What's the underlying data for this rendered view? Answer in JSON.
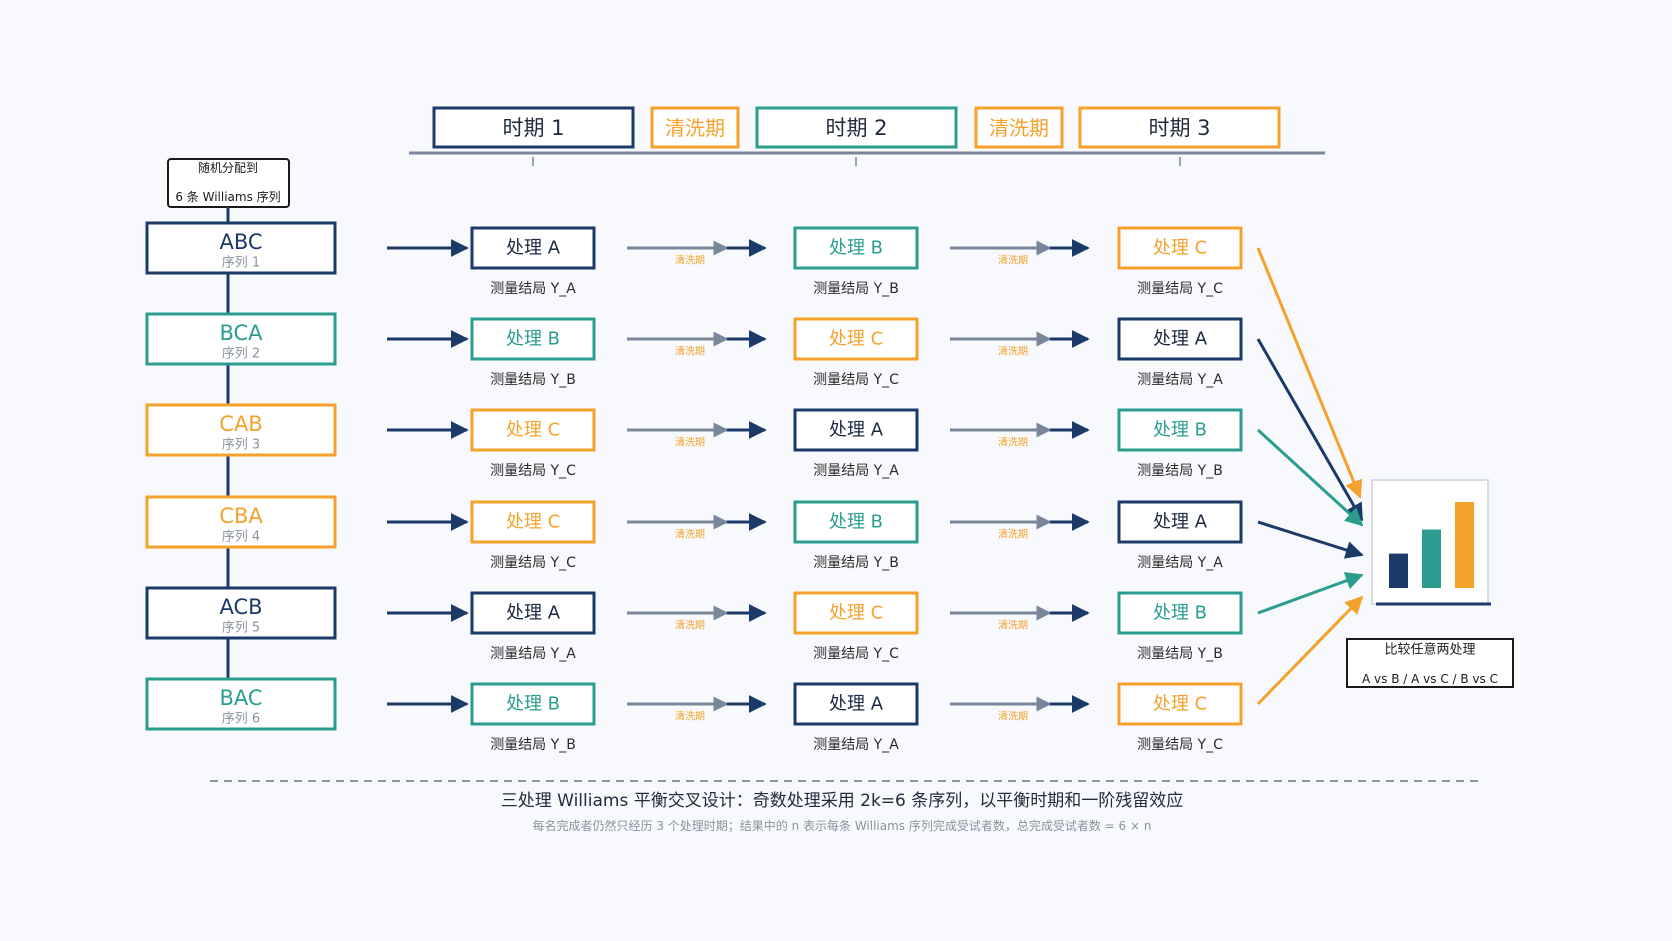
{
  "colors": {
    "navy": "#1b3a68",
    "teal": "#2a9d8f",
    "orange": "#f4a22c",
    "grey": "#7a879b",
    "text": "#2b2b2b",
    "subtext": "#8a93a0"
  },
  "header": {
    "periods": [
      {
        "label": "时期 1",
        "kind": "period",
        "color": "navy"
      },
      {
        "label": "清洗期",
        "kind": "washout",
        "color": "orange"
      },
      {
        "label": "时期 2",
        "kind": "period",
        "color": "teal"
      },
      {
        "label": "清洗期",
        "kind": "washout",
        "color": "orange"
      },
      {
        "label": "时期 3",
        "kind": "period",
        "color": "orange"
      }
    ]
  },
  "randomization": {
    "line1": "随机分配到",
    "line2": "6 条 Williams 序列"
  },
  "washout_small_label": "清洗期",
  "sequences": [
    {
      "code": "ABC",
      "label": "序列 1",
      "color": "navy",
      "treatments": [
        {
          "label": "处理 A",
          "outcome": "测量结局 Y_A",
          "color": "navy"
        },
        {
          "label": "处理 B",
          "outcome": "测量结局 Y_B",
          "color": "teal"
        },
        {
          "label": "处理 C",
          "outcome": "测量结局 Y_C",
          "color": "orange"
        }
      ]
    },
    {
      "code": "BCA",
      "label": "序列 2",
      "color": "teal",
      "treatments": [
        {
          "label": "处理 B",
          "outcome": "测量结局 Y_B",
          "color": "teal"
        },
        {
          "label": "处理 C",
          "outcome": "测量结局 Y_C",
          "color": "orange"
        },
        {
          "label": "处理 A",
          "outcome": "测量结局 Y_A",
          "color": "navy"
        }
      ]
    },
    {
      "code": "CAB",
      "label": "序列 3",
      "color": "orange",
      "treatments": [
        {
          "label": "处理 C",
          "outcome": "测量结局 Y_C",
          "color": "orange"
        },
        {
          "label": "处理 A",
          "outcome": "测量结局 Y_A",
          "color": "navy"
        },
        {
          "label": "处理 B",
          "outcome": "测量结局 Y_B",
          "color": "teal"
        }
      ]
    },
    {
      "code": "CBA",
      "label": "序列 4",
      "color": "orange",
      "treatments": [
        {
          "label": "处理 C",
          "outcome": "测量结局 Y_C",
          "color": "orange"
        },
        {
          "label": "处理 B",
          "outcome": "测量结局 Y_B",
          "color": "teal"
        },
        {
          "label": "处理 A",
          "outcome": "测量结局 Y_A",
          "color": "navy"
        }
      ]
    },
    {
      "code": "ACB",
      "label": "序列 5",
      "color": "navy",
      "treatments": [
        {
          "label": "处理 A",
          "outcome": "测量结局 Y_A",
          "color": "navy"
        },
        {
          "label": "处理 C",
          "outcome": "测量结局 Y_C",
          "color": "orange"
        },
        {
          "label": "处理 B",
          "outcome": "测量结局 Y_B",
          "color": "teal"
        }
      ]
    },
    {
      "code": "BAC",
      "label": "序列 6",
      "color": "teal",
      "treatments": [
        {
          "label": "处理 B",
          "outcome": "测量结局 Y_B",
          "color": "teal"
        },
        {
          "label": "处理 A",
          "outcome": "测量结局 Y_A",
          "color": "navy"
        },
        {
          "label": "处理 C",
          "outcome": "测量结局 Y_C",
          "color": "orange"
        }
      ]
    }
  ],
  "comparison": {
    "line1": "比较任意两处理",
    "line2": "A vs B / A vs C / B vs C",
    "bar_levels": [
      0.4,
      0.68,
      1.0
    ],
    "bar_colors": [
      "navy",
      "teal",
      "orange"
    ]
  },
  "footer": {
    "title": "三处理 Williams 平衡交叉设计：奇数处理采用 2k=6 条序列，以平衡时期和一阶残留效应",
    "note": "每名完成者仍然只经历 3 个处理时期；结果中的 n 表示每条 Williams 序列完成受试者数，总完成受试者数 = 6 × n"
  }
}
